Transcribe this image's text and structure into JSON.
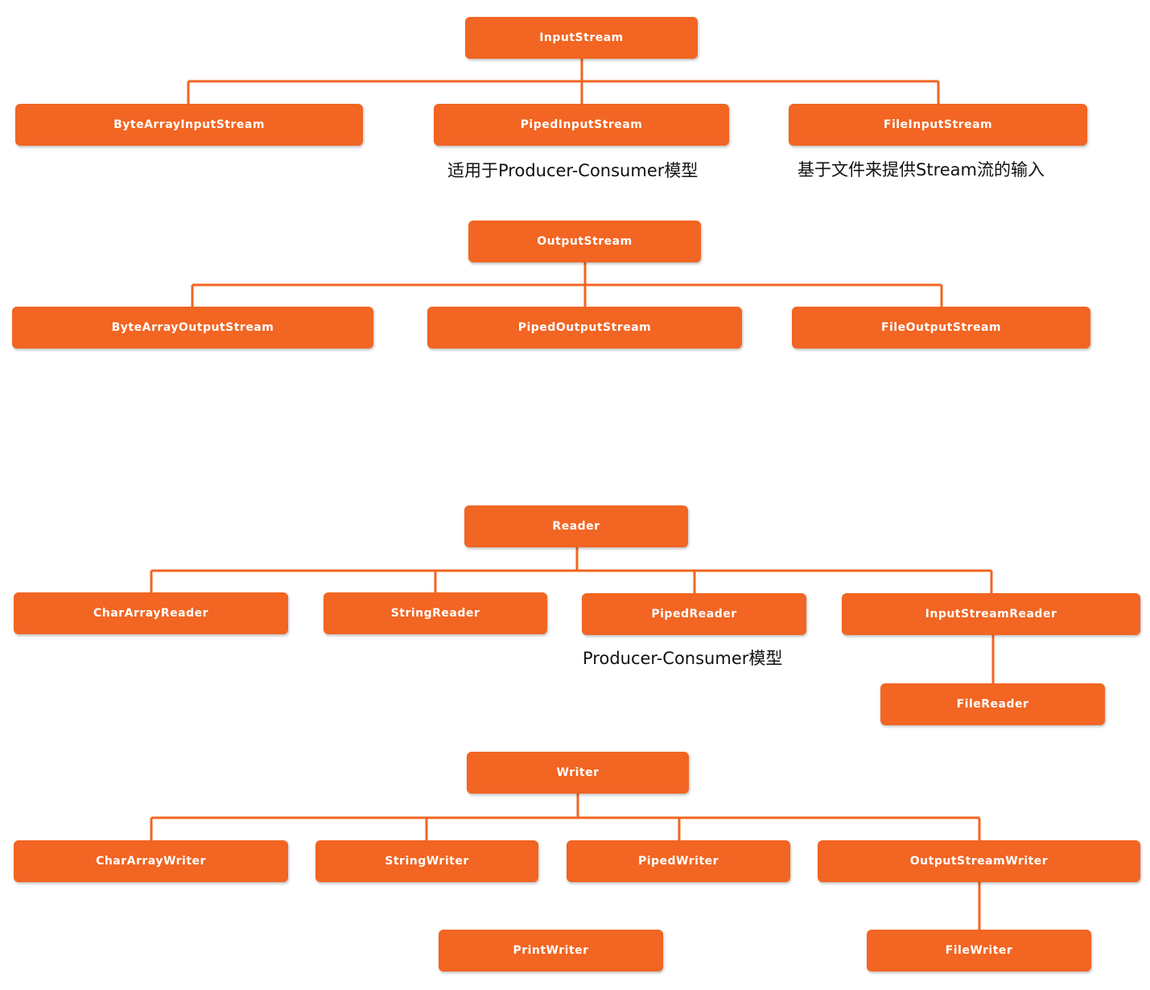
{
  "colors": {
    "node_fill": "#f26522",
    "node_text": "#ffffff",
    "connector": "#f26522",
    "note_text": "#111111"
  },
  "input_stream": {
    "root": "InputStream",
    "children": [
      "ByteArrayInputStream",
      "PipedInputStream",
      "FileInputStream"
    ],
    "notes": {
      "piped": "适用于Producer-Consumer模型",
      "file": "基于文件来提供Stream流的输入"
    }
  },
  "output_stream": {
    "root": "OutputStream",
    "children": [
      "ByteArrayOutputStream",
      "PipedOutputStream",
      "FileOutputStream"
    ]
  },
  "reader": {
    "root": "Reader",
    "children": [
      "CharArrayReader",
      "StringReader",
      "PipedReader",
      "InputStreamReader"
    ],
    "grandchild": "FileReader",
    "notes": {
      "piped": "Producer-Consumer模型"
    }
  },
  "writer": {
    "root": "Writer",
    "children": [
      "CharArrayWriter",
      "StringWriter",
      "PipedWriter",
      "OutputStreamWriter"
    ],
    "grandchildren": [
      "PrintWriter",
      "FileWriter"
    ]
  }
}
